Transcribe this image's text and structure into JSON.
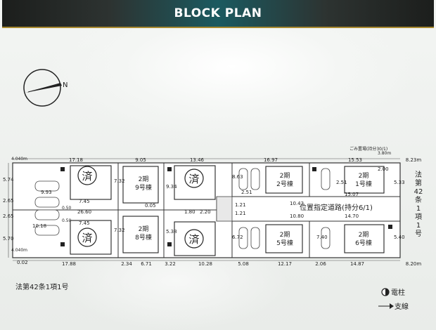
{
  "header": {
    "title": "BLOCK PLAN"
  },
  "compass": {
    "label": "N"
  },
  "lots": {
    "sold": "済",
    "ki2_9": {
      "line1": "2期",
      "line2": "9号棟"
    },
    "ki2_8": {
      "line1": "2期",
      "line2": "8号棟"
    },
    "ki2_2": {
      "line1": "2期",
      "line2": "2号棟"
    },
    "ki2_1": {
      "line1": "2期",
      "line2": "1号棟"
    },
    "ki2_5": {
      "line1": "2期",
      "line2": "5号棟"
    },
    "ki2_6": {
      "line1": "2期",
      "line2": "6号棟"
    }
  },
  "roads": {
    "private": "位置指定道路(持分6/1)",
    "east": [
      "法",
      "第",
      "42",
      "条",
      "1",
      "項",
      "1",
      "号"
    ],
    "south": "法第42条1項1号",
    "garbage": "ごみ置場(持分30/1)"
  },
  "dims": {
    "top": [
      "17.18",
      "9.05",
      "13.46",
      "16.97",
      "15.53",
      "8.23m"
    ],
    "bottom": [
      "17.88",
      "2.34",
      "6.71",
      "3.22",
      "10.28",
      "5.08",
      "12.17",
      "2.06",
      "14.87",
      "8.20m"
    ],
    "left": [
      "4.040m",
      "5.74",
      "2.65",
      "2.65",
      "5.70",
      "4.040m",
      "0.02"
    ],
    "inner": [
      "9.93",
      "7.45",
      "26.60",
      "10.18",
      "7.45",
      "7.32",
      "0.05",
      "7.32",
      "9.34",
      "5.38",
      "8.63",
      "6.72",
      "2.51",
      "1.80",
      "2.20",
      "1.21",
      "1.21",
      "10.43",
      "10.80",
      "14.70",
      "15.07",
      "2.00",
      "2.51",
      "5.33",
      "5.40",
      "7.40",
      "0.50",
      "0.50",
      "3.80m"
    ]
  },
  "legend": {
    "pole": "電柱",
    "branch": "支線"
  }
}
